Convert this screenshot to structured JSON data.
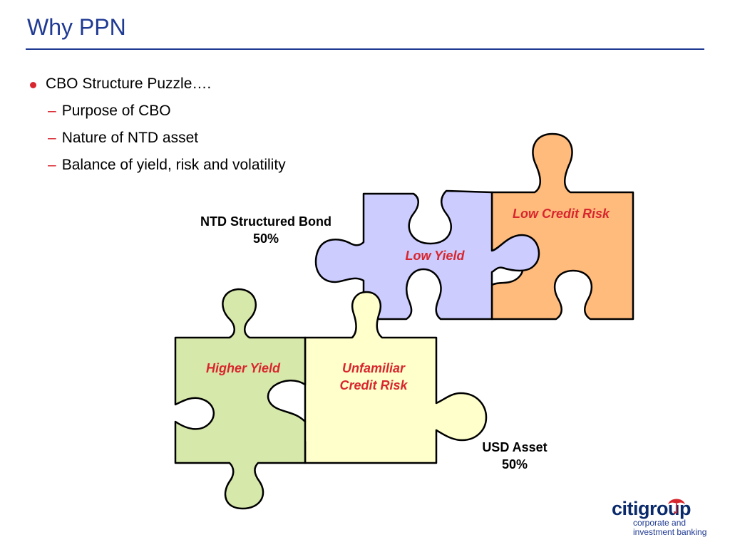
{
  "slide": {
    "title": "Why PPN"
  },
  "bullets": {
    "main": "CBO Structure Puzzle….",
    "subs": [
      "Purpose of CBO",
      "Nature of NTD asset",
      "Balance of yield, risk and volatility"
    ],
    "sub_marker": "–"
  },
  "pieces": {
    "orange": {
      "label": "Low Credit Risk",
      "color": "#ffbb7c"
    },
    "purple": {
      "label": "Low Yield",
      "color": "#ccccff"
    },
    "green": {
      "label": "Higher Yield",
      "color": "#d7e8ab"
    },
    "yellow": {
      "label_line1": "Unfamiliar",
      "label_line2": "Credit Risk",
      "color": "#ffffcc"
    }
  },
  "captions": {
    "ntd_line1": "NTD Structured Bond",
    "ntd_line2": "50%",
    "usd_line1": "USD Asset",
    "usd_line2": "50%"
  },
  "logo": {
    "brand": "citigroup",
    "line1": "corporate and",
    "line2": "investment banking"
  },
  "colors": {
    "title": "#1f3a93",
    "accent_red": "#d8262e"
  }
}
